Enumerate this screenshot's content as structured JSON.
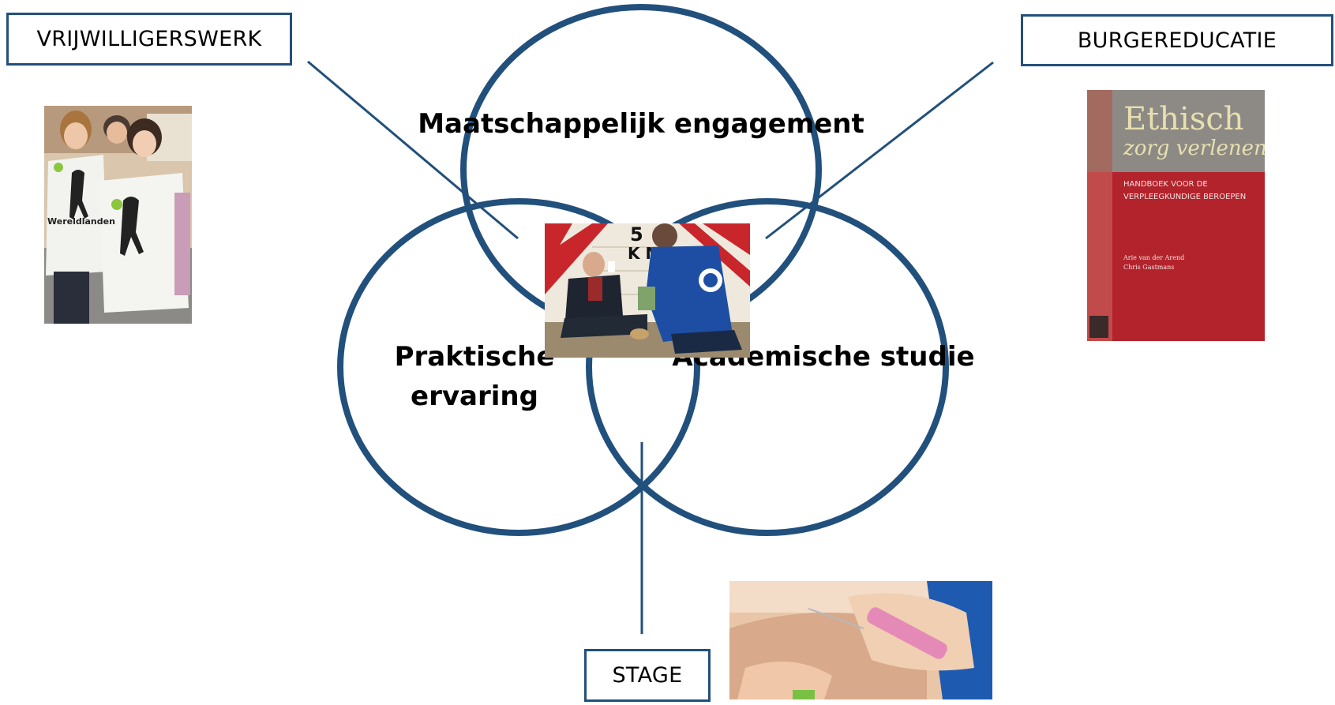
{
  "labels": {
    "volunteer": "VRIJWILLIGERSWERK",
    "citizenship": "BURGEREDUCATIE",
    "internship": "STAGE"
  },
  "circles": {
    "top": "Maatschappelijk engagement",
    "left_line1": "Praktische",
    "left_line2": "ervaring",
    "right": "Academische studie"
  },
  "book": {
    "title_line1": "Ethisch",
    "title_line2": "zorg verlenen",
    "subtitle_line1": "HANDBOEK VOOR DE",
    "subtitle_line2": "VERPLEEGKUNDIGE BEROEPEN",
    "author1": "Arie van der Arend",
    "author2": "Chris Gastmans"
  },
  "photos": {
    "volunteers_shirt_text": "Wereldlanden",
    "homeless_wall_text_1": "5",
    "homeless_wall_text_2": "K M"
  },
  "colors": {
    "accent": "#22507c",
    "book_red": "#b3232c",
    "book_grey": "#8d8a85",
    "book_title": "#e8dfb0"
  }
}
